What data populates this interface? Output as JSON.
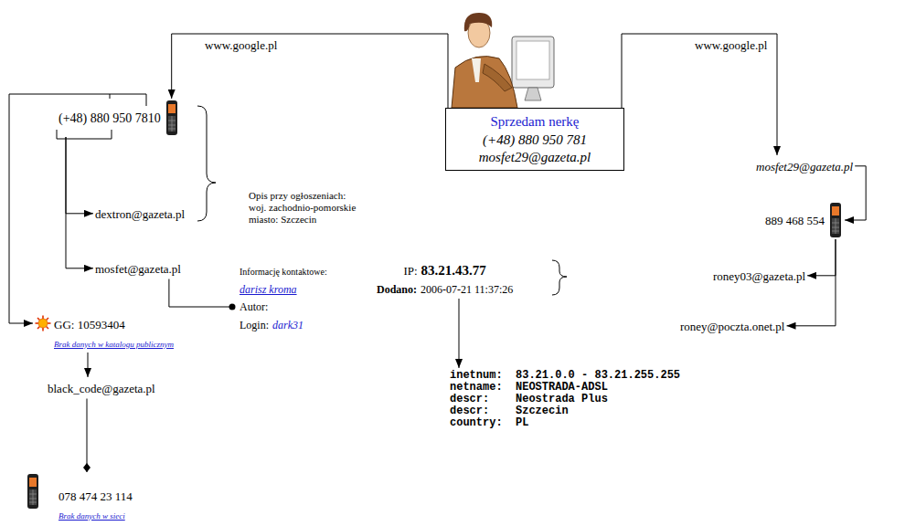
{
  "diagram": {
    "nodes": [
      {
        "text": [
          "Sprzedam nerkę",
          "(+48) 880 950 781",
          "mosfet29@gazeta.pl"
        ]
      },
      {
        "text": [
          "(+48) 880 950 7810"
        ]
      },
      {
        "text": [
          "dextron@gazeta.pl"
        ]
      },
      {
        "text": [
          "mosfet@gazeta.pl"
        ]
      },
      {
        "text": [
          "Informację kontaktowe:",
          "darisz kroma",
          "Autor:",
          "Login:",
          "dark31"
        ]
      },
      {
        "text": [
          "GG: 10593404",
          "Brak danych w katalogu publicznym"
        ]
      },
      {
        "text": [
          "black_code@gazeta.pl"
        ]
      },
      {
        "text": [
          "078 474 23 114",
          "Brak danych w sieci"
        ]
      },
      {
        "text": [
          "mosfet29@gazeta.pl"
        ]
      },
      {
        "text": [
          "889 468 554"
        ]
      },
      {
        "text": [
          "roney03@gazeta.pl"
        ]
      },
      {
        "text": [
          "roney@poczta.onet.pl"
        ]
      },
      {
        "text": [
          "IP:",
          "83.21.43.77",
          "Dodano:",
          "2006-07-21 11:37:26"
        ]
      },
      {
        "text": [
          "inetnum:  83.21.0.0 - 83.21.255.255",
          "netname:  NEOSTRADA-ADSL",
          "descr:    Neostrada Plus",
          "descr:    Szczecin",
          "country:  PL"
        ]
      }
    ],
    "edges": [
      {
        "from": 0,
        "to": 1,
        "arrow": "to",
        "label": "www.google.pl"
      },
      {
        "from": 0,
        "to": 8,
        "arrow": "to",
        "label": "www.google.pl"
      },
      {
        "from": 1,
        "to": 2,
        "arrow": "to"
      },
      {
        "from": 1,
        "to": 3,
        "arrow": "to"
      },
      {
        "from": 3,
        "to": 4,
        "arrow": "to"
      },
      {
        "from": 1,
        "to": 5,
        "arrow": "to"
      },
      {
        "from": 5,
        "to": 6,
        "arrow": "to"
      },
      {
        "from": 6,
        "to": 7,
        "arrow": "to"
      },
      {
        "from": 8,
        "to": 9,
        "arrow": "to"
      },
      {
        "from": 9,
        "to": 10,
        "arrow": "to"
      },
      {
        "from": 9,
        "to": 11,
        "arrow": "to"
      },
      {
        "from": 12,
        "to": 13,
        "arrow": "to"
      }
    ],
    "labels": [
      "Opis przy ogłoszeniach:",
      "woj. zachodnio-pomorskie",
      "miasto: Szczecin"
    ]
  }
}
